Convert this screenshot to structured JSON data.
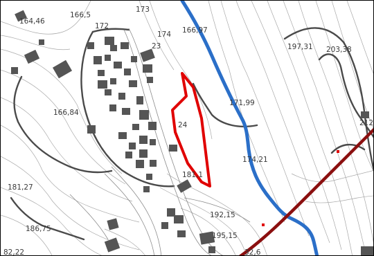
{
  "map": {
    "colors": {
      "river": "#2b6fc8",
      "highlight": "#e00000",
      "power_line": "#8b0f0f",
      "major_contour": "#4a4a4a",
      "minor_contour": "#a8a8a8",
      "building": "#555555"
    },
    "elevation_labels": [
      "164,46",
      "166,5",
      "172",
      "173",
      "174",
      "23",
      "166,97",
      "197,31",
      "203,38",
      "171,99",
      "166,84",
      "24",
      "174,21",
      "212",
      "181,27",
      "181,1",
      "192,15",
      "186,75",
      "195,15",
      "82,22",
      "32,6"
    ]
  }
}
